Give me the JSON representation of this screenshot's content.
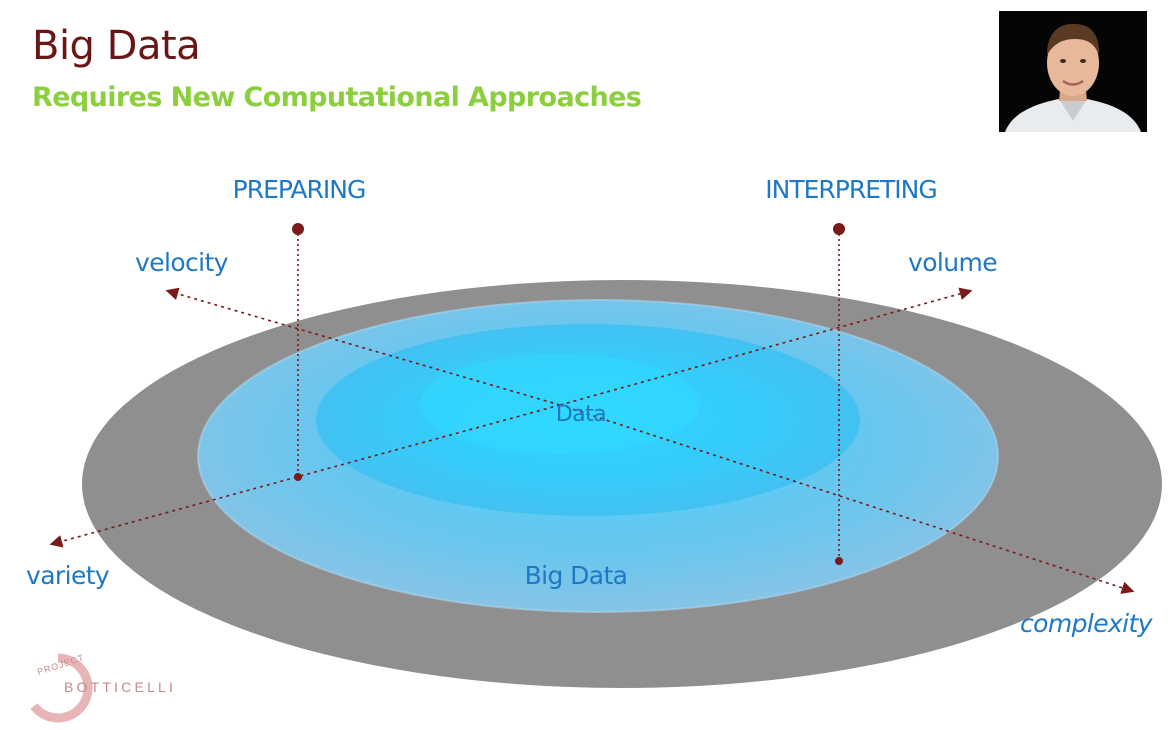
{
  "slide": {
    "title": "Big Data",
    "subtitle": "Requires New Computational Approaches"
  },
  "diagram": {
    "stages": {
      "left": "PREPARING",
      "right": "INTERPRETING"
    },
    "axes": {
      "upper_left": "velocity",
      "upper_right": "volume",
      "lower_left": "variety",
      "lower_right": "complexity"
    },
    "rings": {
      "inner": "Data",
      "middle": "Big Data"
    },
    "colors": {
      "outer_ring": "#909090",
      "middle_ring": "#5fc7f2",
      "inner_core": "#2fd0ff",
      "axis_line": "#7a1a1a",
      "label_text": "#1f78c4"
    }
  },
  "branding": {
    "logo_arc_text": "PROJECT",
    "logo_word": "BOTTICELLI"
  },
  "presenter": {
    "icon": "presenter-video-thumbnail"
  }
}
